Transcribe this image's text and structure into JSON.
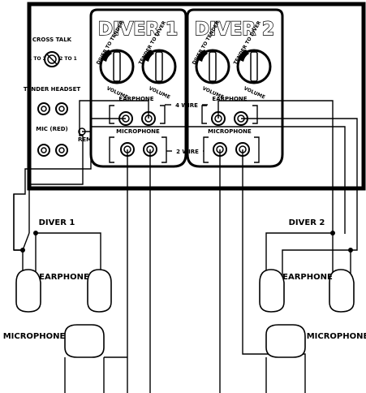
{
  "panel": {
    "diver1_title": "DIVER 1",
    "diver2_title": "DIVER 2",
    "cross_talk_label": "CROSS TALK",
    "cross_talk_pos_left": "1 TO 2",
    "cross_talk_pos_right": "2 TO 1",
    "tender_headset_label": "TENDER HEADSET",
    "mic_red_label": "MIC (RED)",
    "rem_label": "REM",
    "knob_tender_to_diver": "TENDER TO DIVER",
    "knob_diver_to_tender": "DIVER TO TENDER",
    "knob_volume": "VOLUME",
    "earphone_label": "EARPHONE",
    "microphone_label": "MICROPHONE",
    "four_wire_label": "4 WIRE",
    "two_wire_label": "2 WIRE"
  },
  "headsets": {
    "diver1_label": "DIVER 1",
    "diver2_label": "DIVER 2",
    "earphone_label": "EARPHONE",
    "microphone_label": "MICROPHONE"
  }
}
